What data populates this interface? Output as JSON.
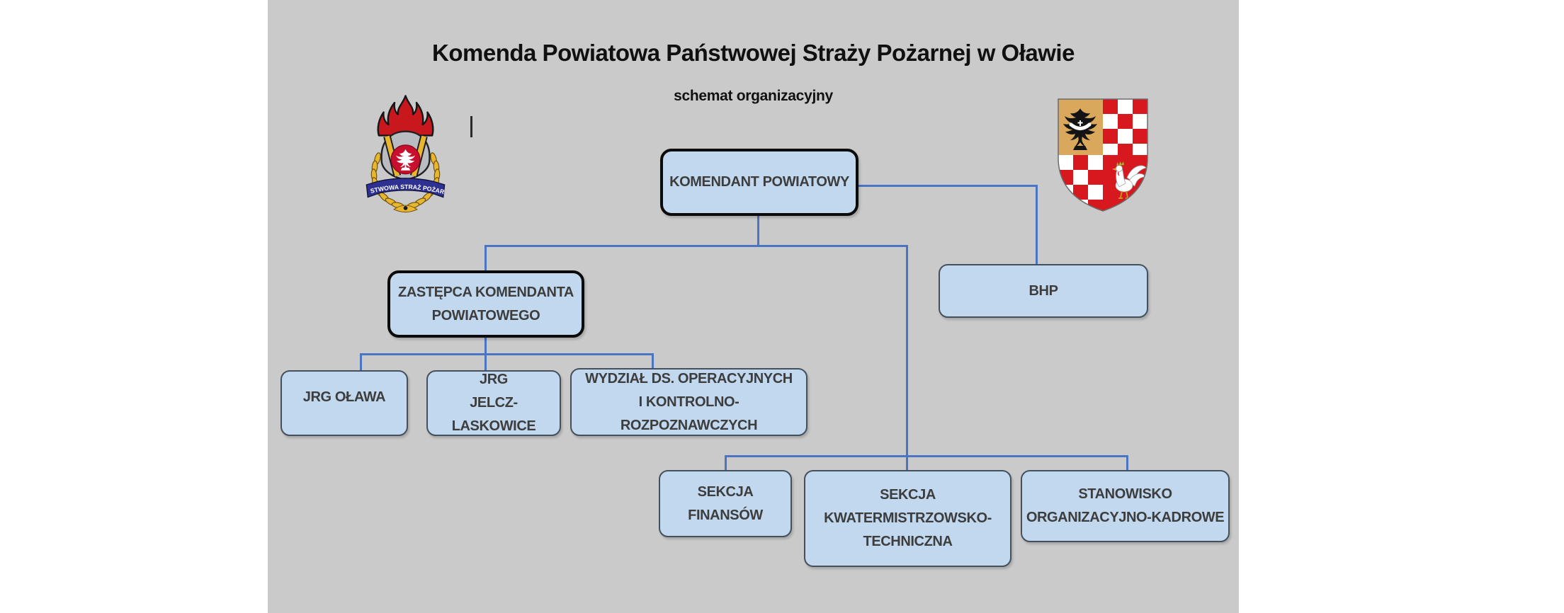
{
  "page": {
    "title": "Komenda Powiatowa Państwowej Straży Pożarnej w Oławie",
    "subtitle": "schemat organizacyjny"
  },
  "colors": {
    "page_margin": "#ffffff",
    "canvas_background": "#cacaca",
    "box_fill": "#c1d8ee",
    "box_border_thick": "#0b0b0b",
    "box_border_thin": "#44505c",
    "connector_blue": "#4a74c4",
    "label_text": "#3d3d3d",
    "emblem_flame_red": "#c8171d",
    "emblem_gold": "#e9b630",
    "emblem_banner_blue": "#2e3192",
    "coat_checker_red": "#d7191f",
    "coat_field_gold": "#d9a85c"
  },
  "logos": {
    "left_logo_name": "psp-firefighter-emblem",
    "right_logo_name": "olawa-county-coat-of-arms",
    "psp_banner_text": "PAŃSTWOWA STRAŻ POŻARNA"
  },
  "org_chart": {
    "nodes": {
      "komendant": {
        "lines": [
          "KOMENDANT POWIATOWY"
        ]
      },
      "bhp": {
        "lines": [
          "BHP"
        ]
      },
      "zastepca": {
        "lines": [
          "ZASTĘPCA KOMENDANTA",
          "POWIATOWEGO"
        ]
      },
      "jrg_olawa": {
        "lines": [
          "JRG OŁAWA"
        ]
      },
      "jrg_jelcz": {
        "lines": [
          "JRG",
          "JELCZ-LASKOWICE"
        ]
      },
      "wydzial": {
        "lines": [
          "WYDZIAŁ DS. OPERACYJNYCH",
          "I KONTROLNO-ROZPOZNAWCZYCH"
        ]
      },
      "finansow": {
        "lines": [
          "SEKCJA",
          "FINANSÓW"
        ]
      },
      "kwater": {
        "lines": [
          "SEKCJA",
          "KWATERMISTRZOWSKO-",
          "TECHNICZNA"
        ]
      },
      "stanowisko": {
        "lines": [
          "STANOWISKO",
          "ORGANIZACYJNO-KADROWE"
        ]
      }
    }
  }
}
